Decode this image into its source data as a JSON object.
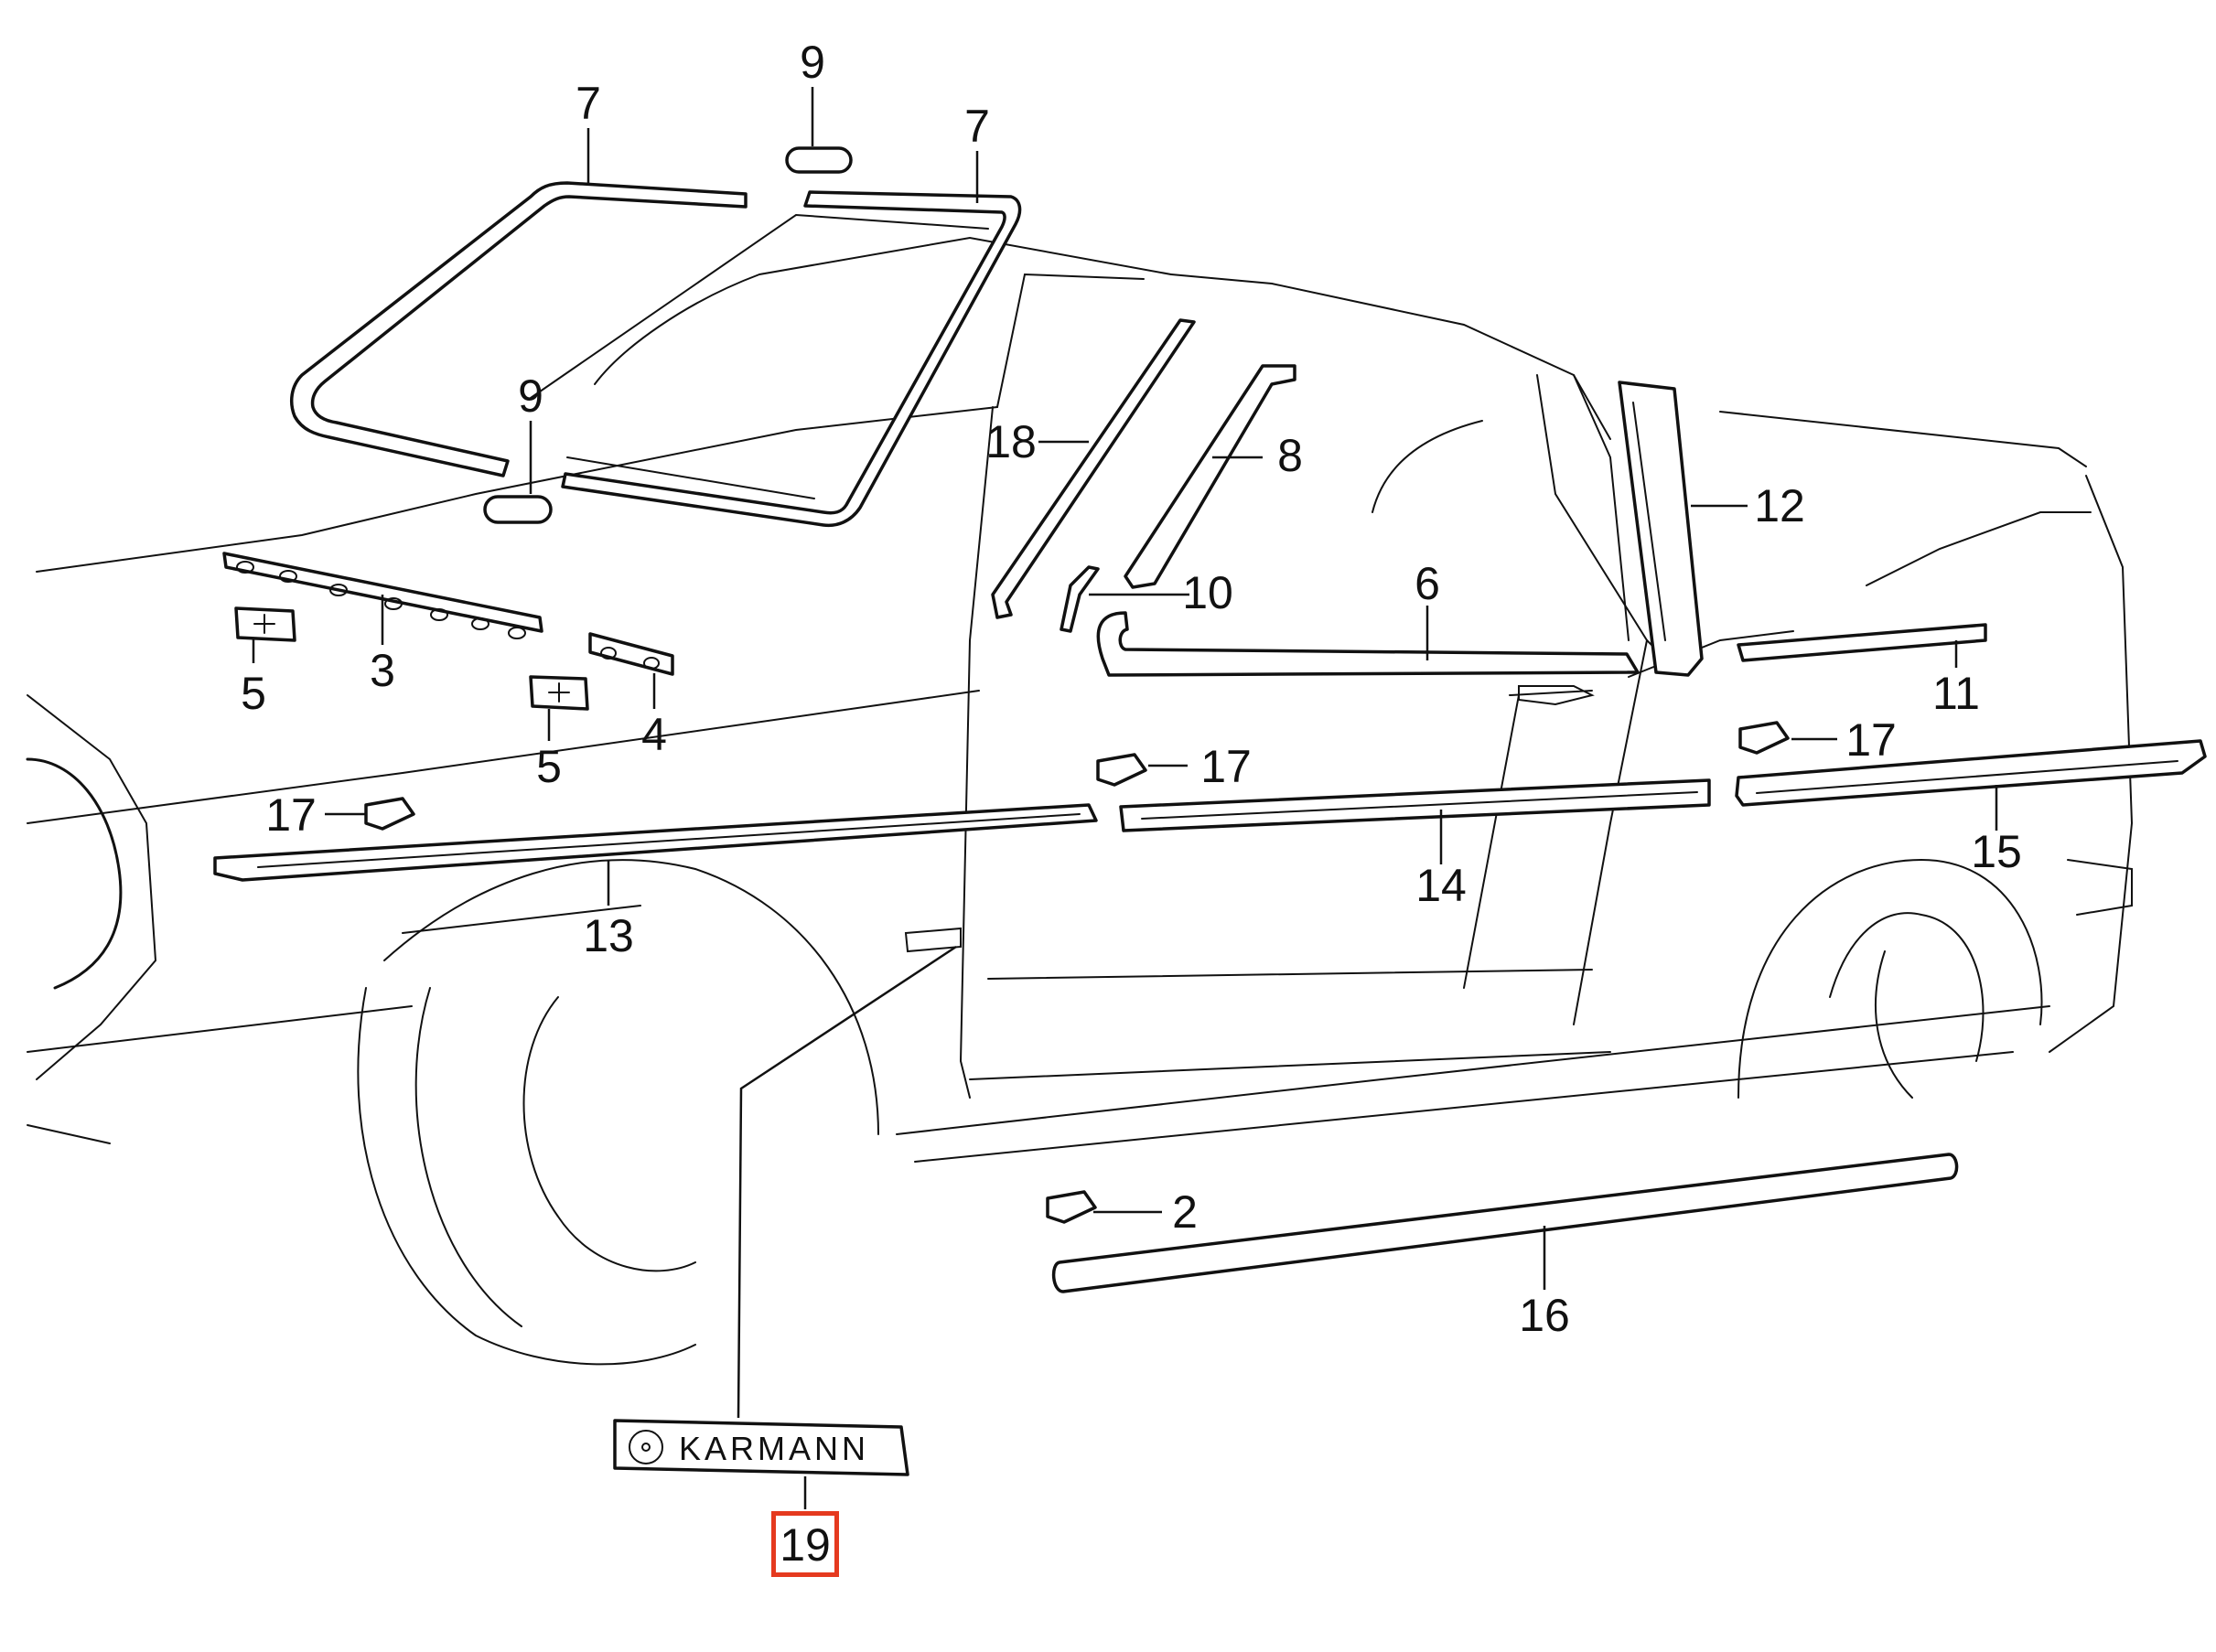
{
  "diagram": {
    "badge_text": "KARMANN",
    "highlight_color": "#e53a1f",
    "callouts": [
      {
        "id": "c7a",
        "label": "7"
      },
      {
        "id": "c9a",
        "label": "9"
      },
      {
        "id": "c7b",
        "label": "7"
      },
      {
        "id": "c9b",
        "label": "9"
      },
      {
        "id": "c18",
        "label": "18"
      },
      {
        "id": "c8",
        "label": "8"
      },
      {
        "id": "c12",
        "label": "12"
      },
      {
        "id": "c10",
        "label": "10"
      },
      {
        "id": "c6",
        "label": "6"
      },
      {
        "id": "c11",
        "label": "11"
      },
      {
        "id": "c5a",
        "label": "5"
      },
      {
        "id": "c3",
        "label": "3"
      },
      {
        "id": "c5b",
        "label": "5"
      },
      {
        "id": "c4",
        "label": "4"
      },
      {
        "id": "c17a",
        "label": "17"
      },
      {
        "id": "c17b",
        "label": "17"
      },
      {
        "id": "c17c",
        "label": "17"
      },
      {
        "id": "c13",
        "label": "13"
      },
      {
        "id": "c14",
        "label": "14"
      },
      {
        "id": "c15",
        "label": "15"
      },
      {
        "id": "c2",
        "label": "2"
      },
      {
        "id": "c16",
        "label": "16"
      },
      {
        "id": "c19",
        "label": "19",
        "highlighted": true
      }
    ]
  }
}
